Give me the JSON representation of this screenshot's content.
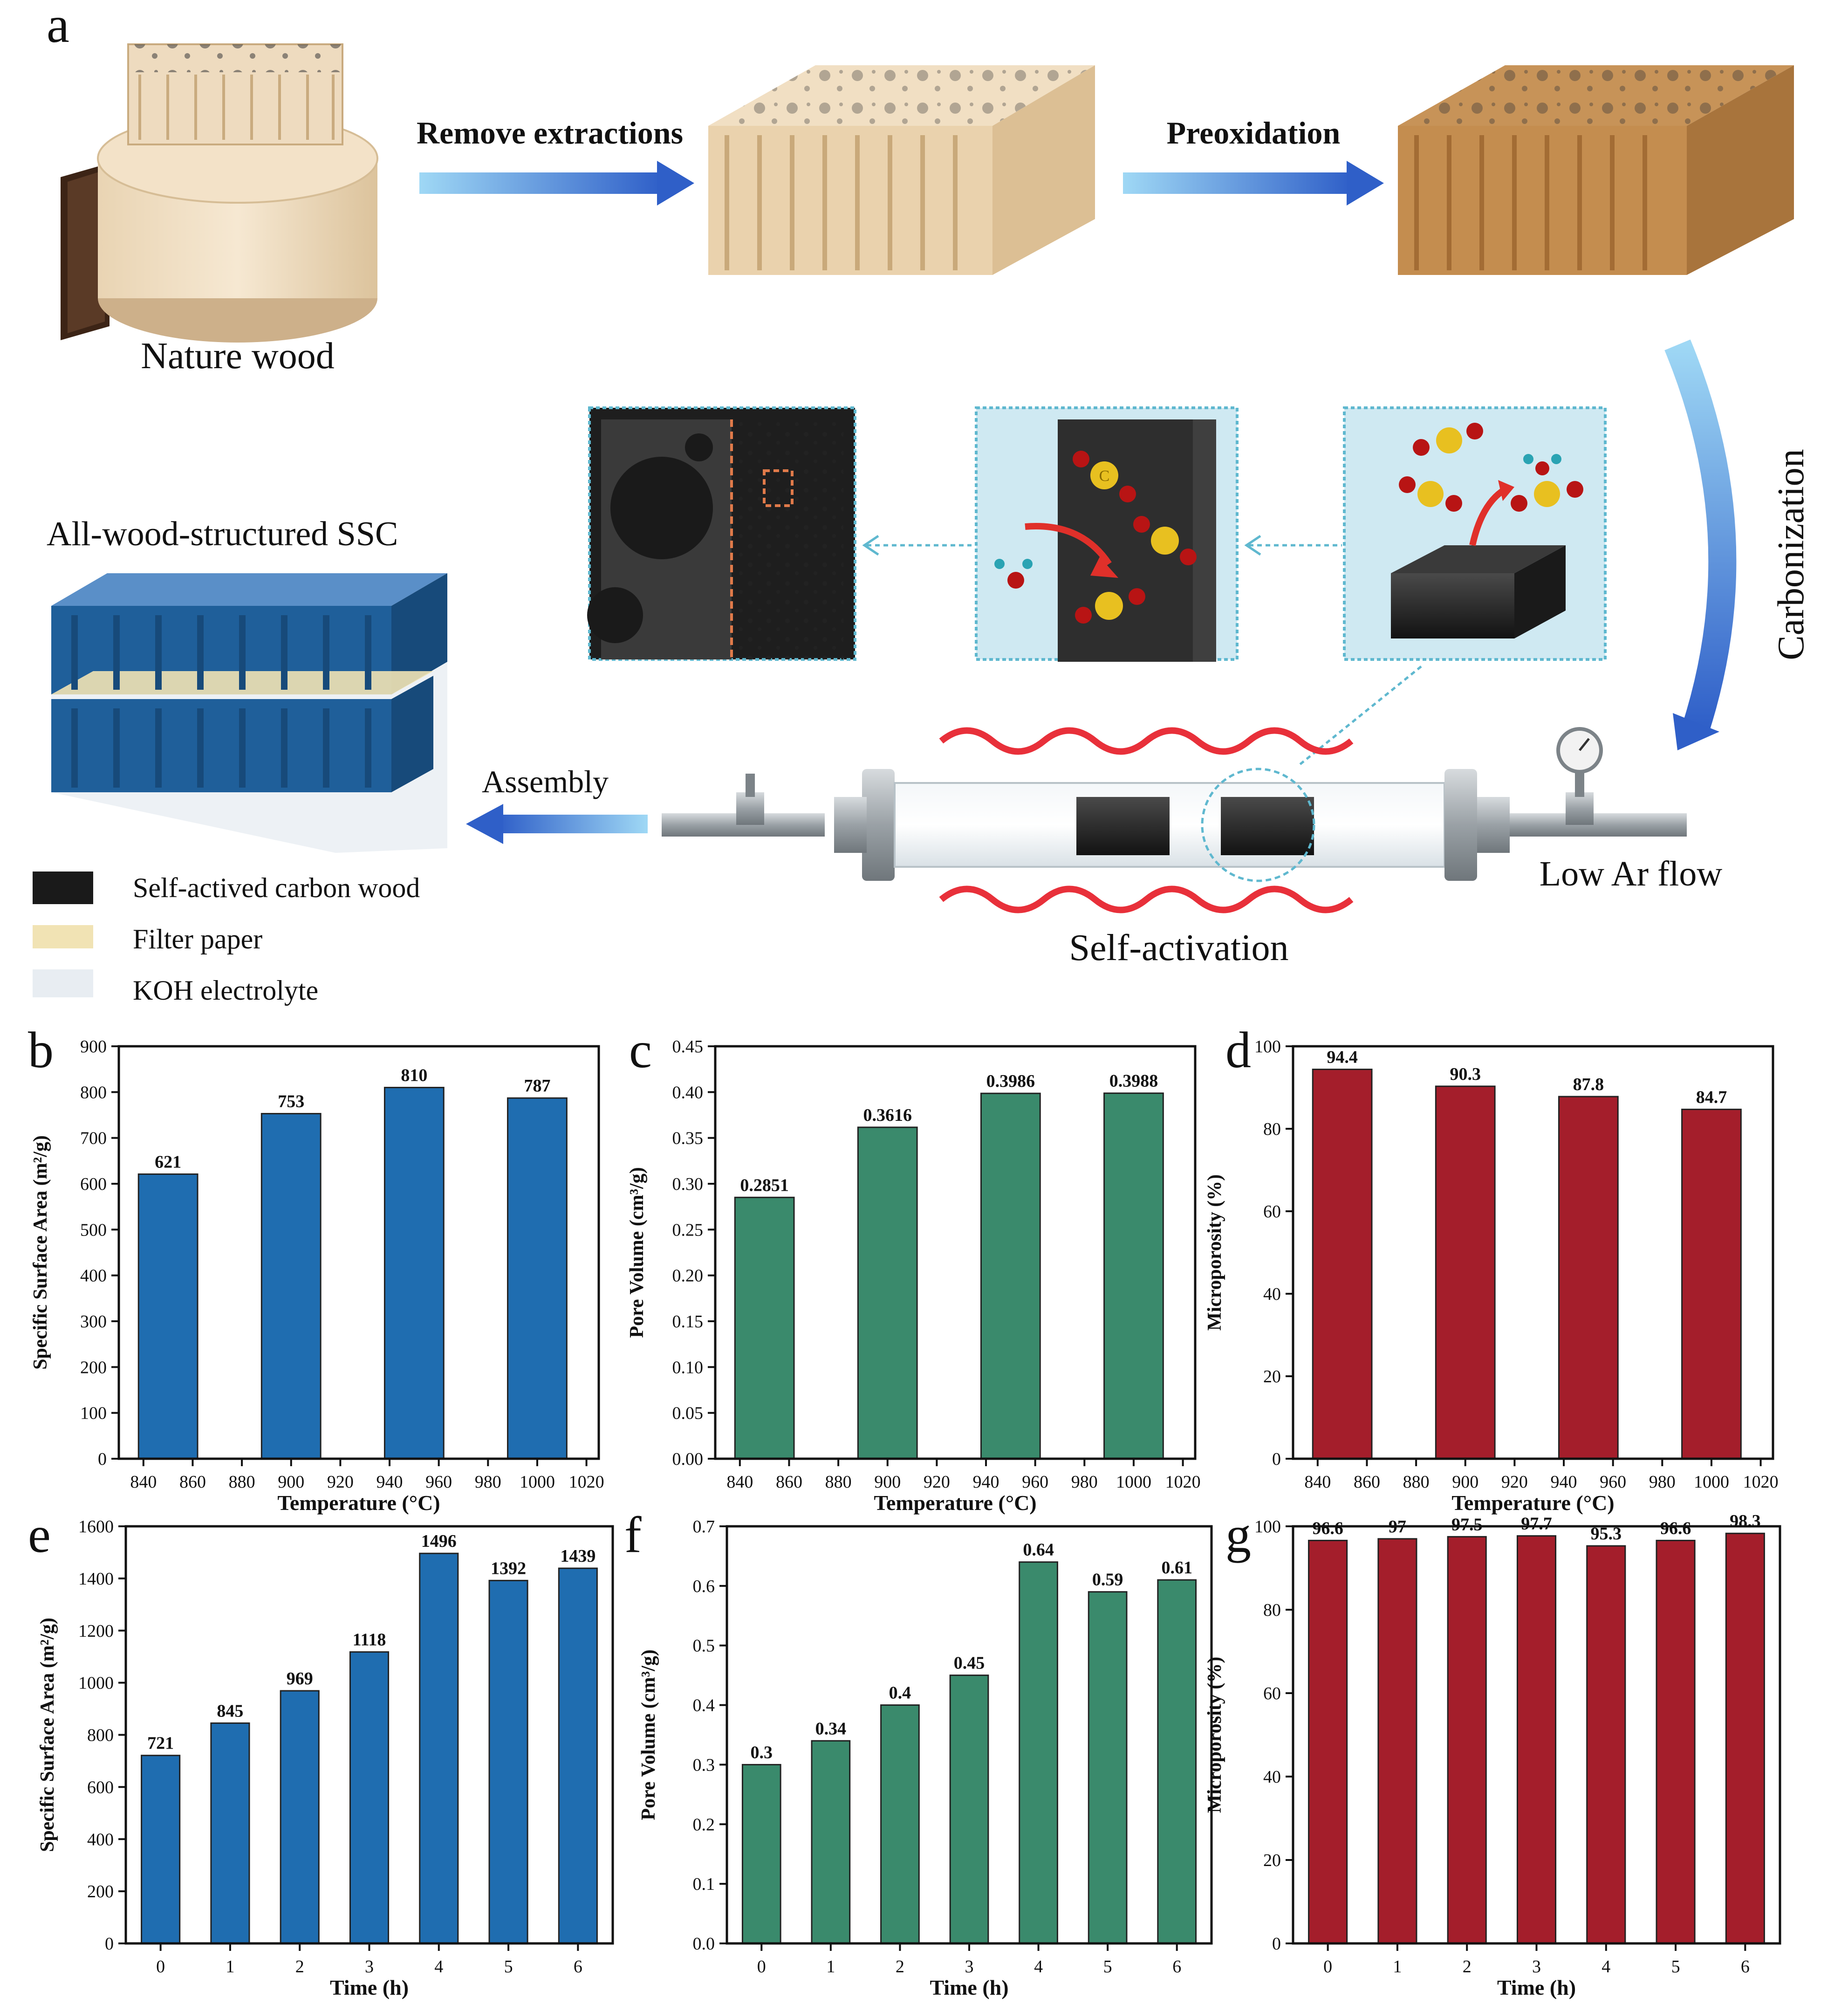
{
  "schematic": {
    "panel_letter": "a",
    "steps": {
      "nature_wood": "Nature wood",
      "remove_extractions": "Remove extractions",
      "preoxidation": "Preoxidation",
      "carbonization": "Carbonization",
      "self_activation": "Self-activation",
      "low_ar_flow": "Low Ar flow",
      "assembly": "Assembly",
      "device_title": "All-wood-structured SSC"
    },
    "molecule_labels": {
      "carbon": "C"
    },
    "legend": [
      {
        "label": "Self-actived carbon wood",
        "color": "#1a1a1a"
      },
      {
        "label": "Filter paper",
        "color": "#f1e3b4"
      },
      {
        "label": "KOH electrolyte",
        "color": "#e8edf2"
      }
    ],
    "colors": {
      "arrow": "#2f6fd0",
      "wave": "#e8303a",
      "panel_border": "#5fb8cf",
      "panel_fill": "#cfe9f2",
      "wood_light": "#ead2ad",
      "wood_dark": "#c48d4f",
      "device_blue": "#1f5f9a"
    }
  },
  "chart_data": [
    {
      "panel": "b",
      "type": "bar",
      "x": [
        850,
        900,
        950,
        1000
      ],
      "values": [
        621,
        753,
        810,
        787
      ],
      "data_labels": [
        "621",
        "753",
        "810",
        "787"
      ],
      "xlabel": "Temperature (°C)",
      "ylabel": "Specific Surface Area (m²/g)",
      "xlim": [
        830,
        1025
      ],
      "xticks": [
        840,
        860,
        880,
        900,
        920,
        940,
        960,
        980,
        1000,
        1020
      ],
      "xtick_labels": [
        "840",
        "860",
        "880",
        "900",
        "920",
        "940",
        "960",
        "980",
        "1000",
        "1020"
      ],
      "ylim": [
        0,
        900
      ],
      "yticks": [
        "0",
        "100",
        "200",
        "300",
        "400",
        "500",
        "600",
        "700",
        "800",
        "900"
      ],
      "color": "#1f6db0"
    },
    {
      "panel": "c",
      "type": "bar",
      "x": [
        850,
        900,
        950,
        1000
      ],
      "values": [
        0.2851,
        0.3616,
        0.3986,
        0.3988
      ],
      "data_labels": [
        "0.2851",
        "0.3616",
        "0.3986",
        "0.3988"
      ],
      "xlabel": "Temperature (°C)",
      "ylabel": "Pore Volume (cm³/g)",
      "xlim": [
        830,
        1025
      ],
      "xticks": [
        840,
        860,
        880,
        900,
        920,
        940,
        960,
        980,
        1000,
        1020
      ],
      "xtick_labels": [
        "840",
        "860",
        "880",
        "900",
        "920",
        "940",
        "960",
        "980",
        "1000",
        "1020"
      ],
      "ylim": [
        0,
        0.45
      ],
      "yticks": [
        "0.00",
        "0.05",
        "0.10",
        "0.15",
        "0.20",
        "0.25",
        "0.30",
        "0.35",
        "0.40",
        "0.45"
      ],
      "color": "#3a8a6c"
    },
    {
      "panel": "d",
      "type": "bar",
      "x": [
        850,
        900,
        950,
        1000
      ],
      "values": [
        94.4,
        90.3,
        87.8,
        84.7
      ],
      "data_labels": [
        "94.4",
        "90.3",
        "87.8",
        "84.7"
      ],
      "xlabel": "Temperature (°C)",
      "ylabel": "Microporosity (%)",
      "xlim": [
        830,
        1025
      ],
      "xticks": [
        840,
        860,
        880,
        900,
        920,
        940,
        960,
        980,
        1000,
        1020
      ],
      "xtick_labels": [
        "840",
        "860",
        "880",
        "900",
        "920",
        "940",
        "960",
        "980",
        "1000",
        "1020"
      ],
      "ylim": [
        0,
        100
      ],
      "yticks": [
        "0",
        "20",
        "40",
        "60",
        "80",
        "100"
      ],
      "color": "#a41e2b"
    },
    {
      "panel": "e",
      "type": "bar",
      "x": [
        0,
        1,
        2,
        3,
        4,
        5,
        6
      ],
      "values": [
        721,
        845,
        969,
        1118,
        1496,
        1392,
        1439
      ],
      "data_labels": [
        "721",
        "845",
        "969",
        "1118",
        "1496",
        "1392",
        "1439"
      ],
      "xlabel": "Time (h)",
      "ylabel": "Specific Surface Area (m²/g)",
      "xlim": [
        -0.5,
        6.5
      ],
      "xticks": [
        0,
        1,
        2,
        3,
        4,
        5,
        6
      ],
      "xtick_labels": [
        "0",
        "1",
        "2",
        "3",
        "4",
        "5",
        "6"
      ],
      "ylim": [
        0,
        1600
      ],
      "yticks": [
        "0",
        "200",
        "400",
        "600",
        "800",
        "1000",
        "1200",
        "1400",
        "1600"
      ],
      "color": "#1f6db0"
    },
    {
      "panel": "f",
      "type": "bar",
      "x": [
        0,
        1,
        2,
        3,
        4,
        5,
        6
      ],
      "values": [
        0.3,
        0.34,
        0.4,
        0.45,
        0.64,
        0.59,
        0.61
      ],
      "data_labels": [
        "0.3",
        "0.34",
        "0.4",
        "0.45",
        "0.64",
        "0.59",
        "0.61"
      ],
      "xlabel": "Time (h)",
      "ylabel": "Pore Volume (cm³/g)",
      "xlim": [
        -0.5,
        6.5
      ],
      "xticks": [
        0,
        1,
        2,
        3,
        4,
        5,
        6
      ],
      "xtick_labels": [
        "0",
        "1",
        "2",
        "3",
        "4",
        "5",
        "6"
      ],
      "ylim": [
        0,
        0.7
      ],
      "yticks": [
        "0.0",
        "0.1",
        "0.2",
        "0.3",
        "0.4",
        "0.5",
        "0.6",
        "0.7"
      ],
      "color": "#3a8a6c"
    },
    {
      "panel": "g",
      "type": "bar",
      "x": [
        0,
        1,
        2,
        3,
        4,
        5,
        6
      ],
      "values": [
        96.6,
        97,
        97.5,
        97.7,
        95.3,
        96.6,
        98.3
      ],
      "data_labels": [
        "96.6",
        "97",
        "97.5",
        "97.7",
        "95.3",
        "96.6",
        "98.3"
      ],
      "xlabel": "Time (h)",
      "ylabel": "Microporosity (%)",
      "xlim": [
        -0.5,
        6.5
      ],
      "xticks": [
        0,
        1,
        2,
        3,
        4,
        5,
        6
      ],
      "xtick_labels": [
        "0",
        "1",
        "2",
        "3",
        "4",
        "5",
        "6"
      ],
      "ylim": [
        0,
        100
      ],
      "yticks": [
        "0",
        "20",
        "40",
        "60",
        "80",
        "100"
      ],
      "color": "#a41e2b"
    }
  ]
}
